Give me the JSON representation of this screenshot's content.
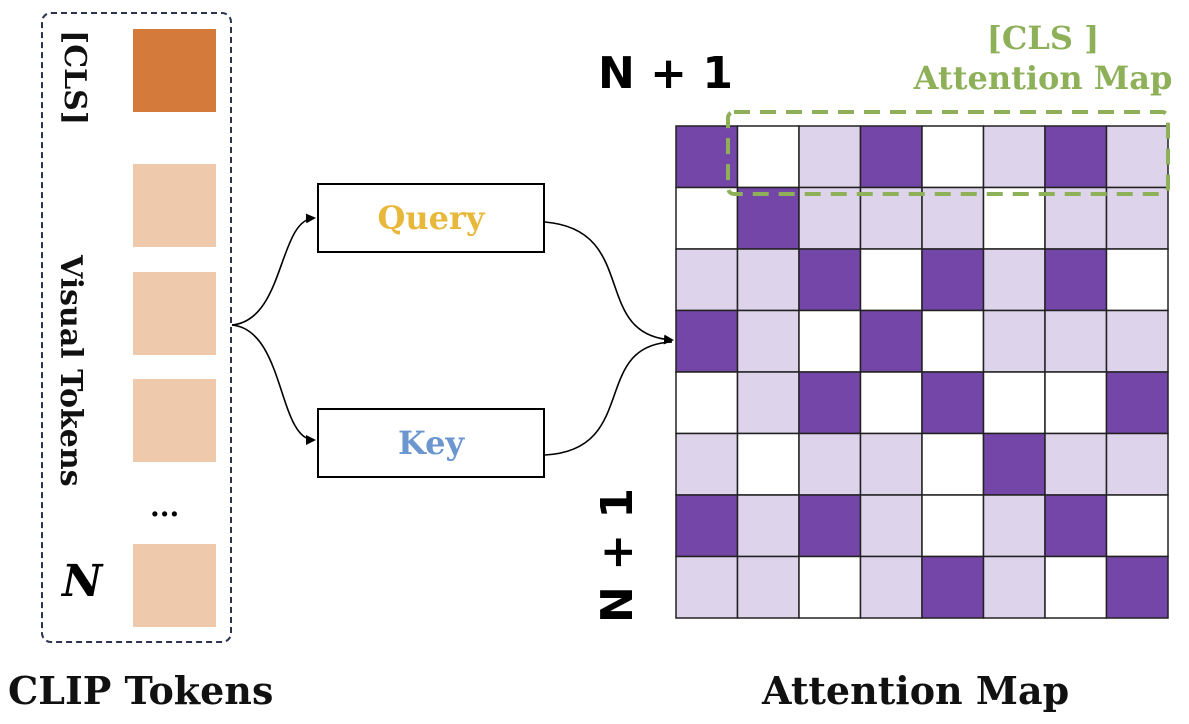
{
  "clip_tokens": {
    "caption": "CLIP Tokens",
    "cls_label": "[CLS]",
    "visual_label": "Visual Tokens",
    "ellipsis": "...",
    "n_label": "N",
    "cls_color": "#d47a3a",
    "visual_color": "#efc9ac"
  },
  "query_box": {
    "label": "Query",
    "color": "#e8b83a"
  },
  "key_box": {
    "label": "Key",
    "color": "#6b96cf"
  },
  "attention_map": {
    "caption": "Attention Map",
    "size_label_top": "N + 1",
    "size_label_left": "N + 1",
    "cls_highlight_label": [
      "[CLS ]",
      "Attention Map"
    ],
    "highlight_color": "#8db058",
    "level_colors": [
      "#ffffff",
      "#ddd3ea",
      "#7446a8"
    ],
    "grid": [
      [
        2,
        0,
        1,
        2,
        0,
        1,
        2,
        1
      ],
      [
        0,
        2,
        1,
        1,
        1,
        0,
        1,
        1
      ],
      [
        1,
        1,
        2,
        0,
        2,
        1,
        2,
        0
      ],
      [
        2,
        1,
        0,
        2,
        0,
        1,
        1,
        1
      ],
      [
        0,
        1,
        2,
        0,
        2,
        0,
        0,
        2
      ],
      [
        1,
        0,
        1,
        1,
        0,
        2,
        1,
        1
      ],
      [
        2,
        1,
        2,
        1,
        0,
        1,
        2,
        0
      ],
      [
        1,
        1,
        0,
        1,
        2,
        1,
        0,
        2
      ]
    ]
  }
}
